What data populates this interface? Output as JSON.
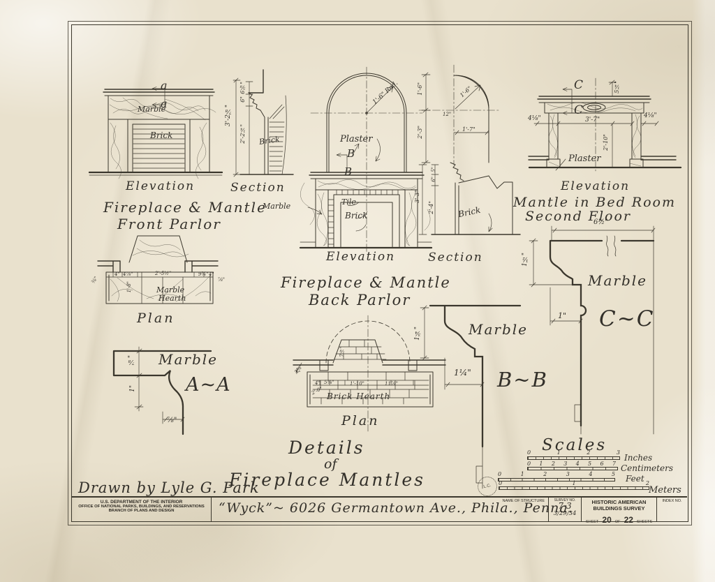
{
  "sheet": {
    "drawn_by": "Drawn by Lyle G. Park",
    "title_line1": "Details",
    "title_line2": "of",
    "title_line3": "Fireplace Mantles"
  },
  "front_parlor": {
    "heading1": "Fireplace & Mantle",
    "heading2": "Front Parlor",
    "elevation_title": "Elevation",
    "section_title": "Section",
    "marker": "a",
    "marble_label": "Marble",
    "brick_label": "Brick",
    "section_brick_label": "Brick",
    "section_dims": {
      "overall": "3'-2⅞\"",
      "top": "6⅝\"",
      "mid": "6\"",
      "bottom": "2'-2¼\""
    },
    "plan": {
      "title": "Plan",
      "hearth_label1": "Marble",
      "hearth_label2": "Hearth",
      "dims": {
        "d1": "4\"",
        "d2": "4⅞\"",
        "d3": "2'-5½\"",
        "d4": "9¾\"",
        "d5": "4\"",
        "d6": "⅞\"",
        "depth": "1'-8\"",
        "left": "⅜\""
      }
    },
    "aa": {
      "label": "A~A",
      "marble_label": "Marble",
      "dims": {
        "v1": "⅞\"",
        "v2": "1\"",
        "w": "⅞\""
      }
    }
  },
  "back_parlor": {
    "heading1": "Fireplace & Mantle",
    "heading2": "Back Parlor",
    "elevation_title": "Elevation",
    "section_title": "Section",
    "marker": "B",
    "radius_label": "1'-6\" Rad.",
    "plaster_label": "Plaster",
    "marble_label": "Marble",
    "tile_label": "Tile",
    "brick_label": "Brick",
    "section_brick_label": "Brick",
    "section_dims": {
      "arch": "1'-6\"",
      "below_arch": "2'-3\"",
      "radius": "1'-6\"",
      "center": "12\"",
      "width": "1'-7\"",
      "shelf": "5\"",
      "frieze": "6\"",
      "overall": "3'-3\"",
      "opening": "2'-4\""
    },
    "plan": {
      "title": "Plan",
      "hearth_label": "Brick Hearth",
      "dims": {
        "d1": "3⅝\"",
        "d2": "4\"",
        "d3": "5⅜\"",
        "d4": "1'-10\"",
        "d5": "11⅞\"",
        "d6": "7⅛\"",
        "d7": "2'-0\""
      }
    },
    "bb": {
      "label": "B~B",
      "marble_label": "Marble",
      "dims": {
        "v": "1¾\"",
        "w": "1¼\""
      }
    }
  },
  "bedroom": {
    "elevation_title": "Elevation",
    "heading1": "Mantle in Bed Room",
    "heading2": "Second Floor",
    "marker": "C",
    "plaster_label": "Plaster",
    "dims": {
      "top": "5¼\"",
      "left": "4⅛\"",
      "right": "4⅛\"",
      "width": "3'-7\"",
      "height": "2'-10\""
    },
    "cc": {
      "label": "C~C",
      "marble_label": "Marble",
      "dims": {
        "top": "6½\"",
        "v": "1½\"",
        "w": "1\""
      }
    }
  },
  "scales": {
    "heading": "Scales",
    "stamp": "L.C.",
    "rulers": [
      {
        "ticks": [
          "0",
          "1",
          "2",
          "3"
        ],
        "label": "Inches"
      },
      {
        "ticks": [
          "0",
          "1",
          "2",
          "3",
          "4",
          "5",
          "6",
          "7"
        ],
        "label": "Centimeters"
      },
      {
        "ticks": [
          "0",
          "1",
          "2",
          "3",
          "4",
          "5"
        ],
        "label": "Feet"
      },
      {
        "ticks": [
          "0",
          "1",
          "2"
        ],
        "label": "Meters"
      }
    ]
  },
  "title_block": {
    "agency_line1": "U.S. DEPARTMENT OF THE INTERIOR",
    "agency_line2": "OFFICE OF NATIONAL PARKS, BUILDINGS, AND RESERVATIONS",
    "agency_line3": "BRANCH OF PLANS AND DESIGN",
    "name_label": "NAME OF STRUCTURE",
    "name_value": "“Wyck”~ 6026 Germantown Ave., Phila., Penna.",
    "survey_label": "SURVEY NO.",
    "survey_no": "7-3",
    "survey_date": "3/29/34",
    "habs_line1": "HISTORIC AMERICAN",
    "habs_line2": "BUILDINGS SURVEY",
    "sheet_prefix": "SHEET",
    "sheet_no": "20",
    "sheet_of": "OF",
    "sheet_total": "22",
    "sheet_suffix": "SHEETS",
    "index_label": "INDEX NO."
  }
}
